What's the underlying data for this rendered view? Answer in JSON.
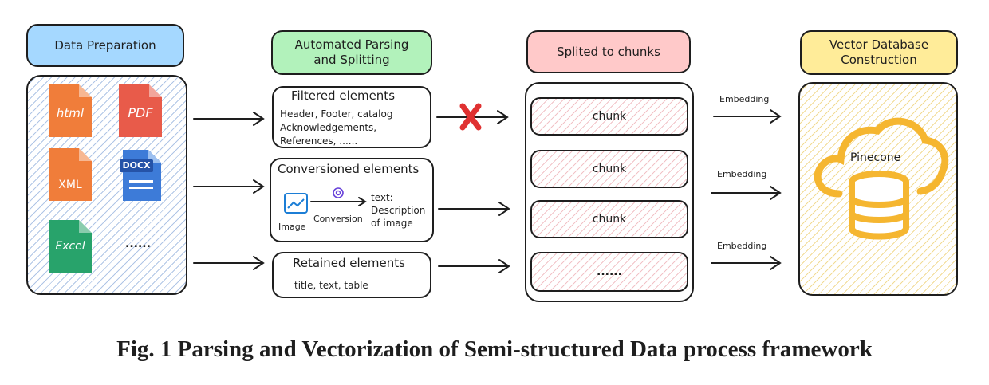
{
  "columns": {
    "data_preparation": {
      "title": "Data Preparation",
      "color": "#a5d8ff",
      "files": [
        {
          "label": "html",
          "color": "#f07d3a"
        },
        {
          "label": "PDF",
          "color": "#e85b4a"
        },
        {
          "label": "XML",
          "color": "#f07d3a"
        },
        {
          "label": "DOCX",
          "color": "#3d7bd8"
        },
        {
          "label": "Excel",
          "color": "#28a36b"
        },
        {
          "label": "......",
          "color": "#1e1e1e"
        }
      ]
    },
    "parsing": {
      "title": "Automated Parsing and Splitting",
      "color": "#b2f2bb",
      "filtered": {
        "title": "Filtered elements",
        "line1": "Header, Footer, catalog",
        "line2": "Acknowledgements,",
        "line3": "References, ......"
      },
      "conversioned": {
        "title": "Conversioned elements",
        "image_label": "Image",
        "conversion_label": "Conversion",
        "text_line1": "text:",
        "text_line2": "Description",
        "text_line3": "of image"
      },
      "retained": {
        "title": "Retained elements",
        "line1": "title, text, table"
      }
    },
    "chunks": {
      "title": "Splited to chunks",
      "color": "#ffc9c9",
      "items": [
        "chunk",
        "chunk",
        "chunk",
        "......"
      ]
    },
    "vector_db": {
      "title": "Vector Database Construction",
      "color": "#ffec99",
      "store_label": "Pinecone",
      "icon_color": "#f5b630"
    }
  },
  "embedding_labels": [
    "Embedding",
    "Embedding",
    "Embedding"
  ],
  "reject_mark_color": "#e03131",
  "caption": "Fig. 1 Parsing and Vectorization of Semi-structured Data process framework"
}
